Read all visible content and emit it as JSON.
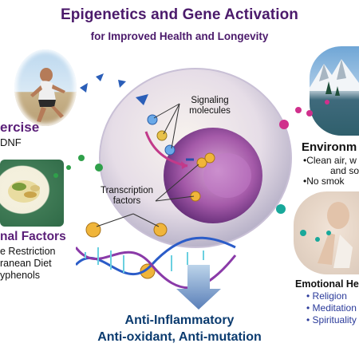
{
  "title": "Epigenetics and Gene Activation",
  "subtitle": "for Improved Health and Longevity",
  "exercise": {
    "heading": "ercise",
    "detail": "DNF"
  },
  "nutrition": {
    "heading": "nal Factors",
    "items": [
      "e Restriction",
      "ranean Diet",
      "yphenols"
    ]
  },
  "environment": {
    "heading": "Environm",
    "items": [
      "•Clean air, w",
      "and so",
      "•No smok"
    ]
  },
  "emotional": {
    "heading": "Emotional He",
    "items": [
      "• Religion",
      "• Meditation",
      "• Spirituality"
    ]
  },
  "cell": {
    "signaling": "Signaling\nmolecules",
    "transcription": "Transcription\nfactors"
  },
  "outcome": {
    "line1": "Anti-Inflammatory",
    "line2": "Anti-oxidant, Anti-mutation"
  },
  "colors": {
    "title": "#4b1a6b",
    "outcome": "#0b3b6f",
    "emotional_items": "#2a3a9a"
  }
}
